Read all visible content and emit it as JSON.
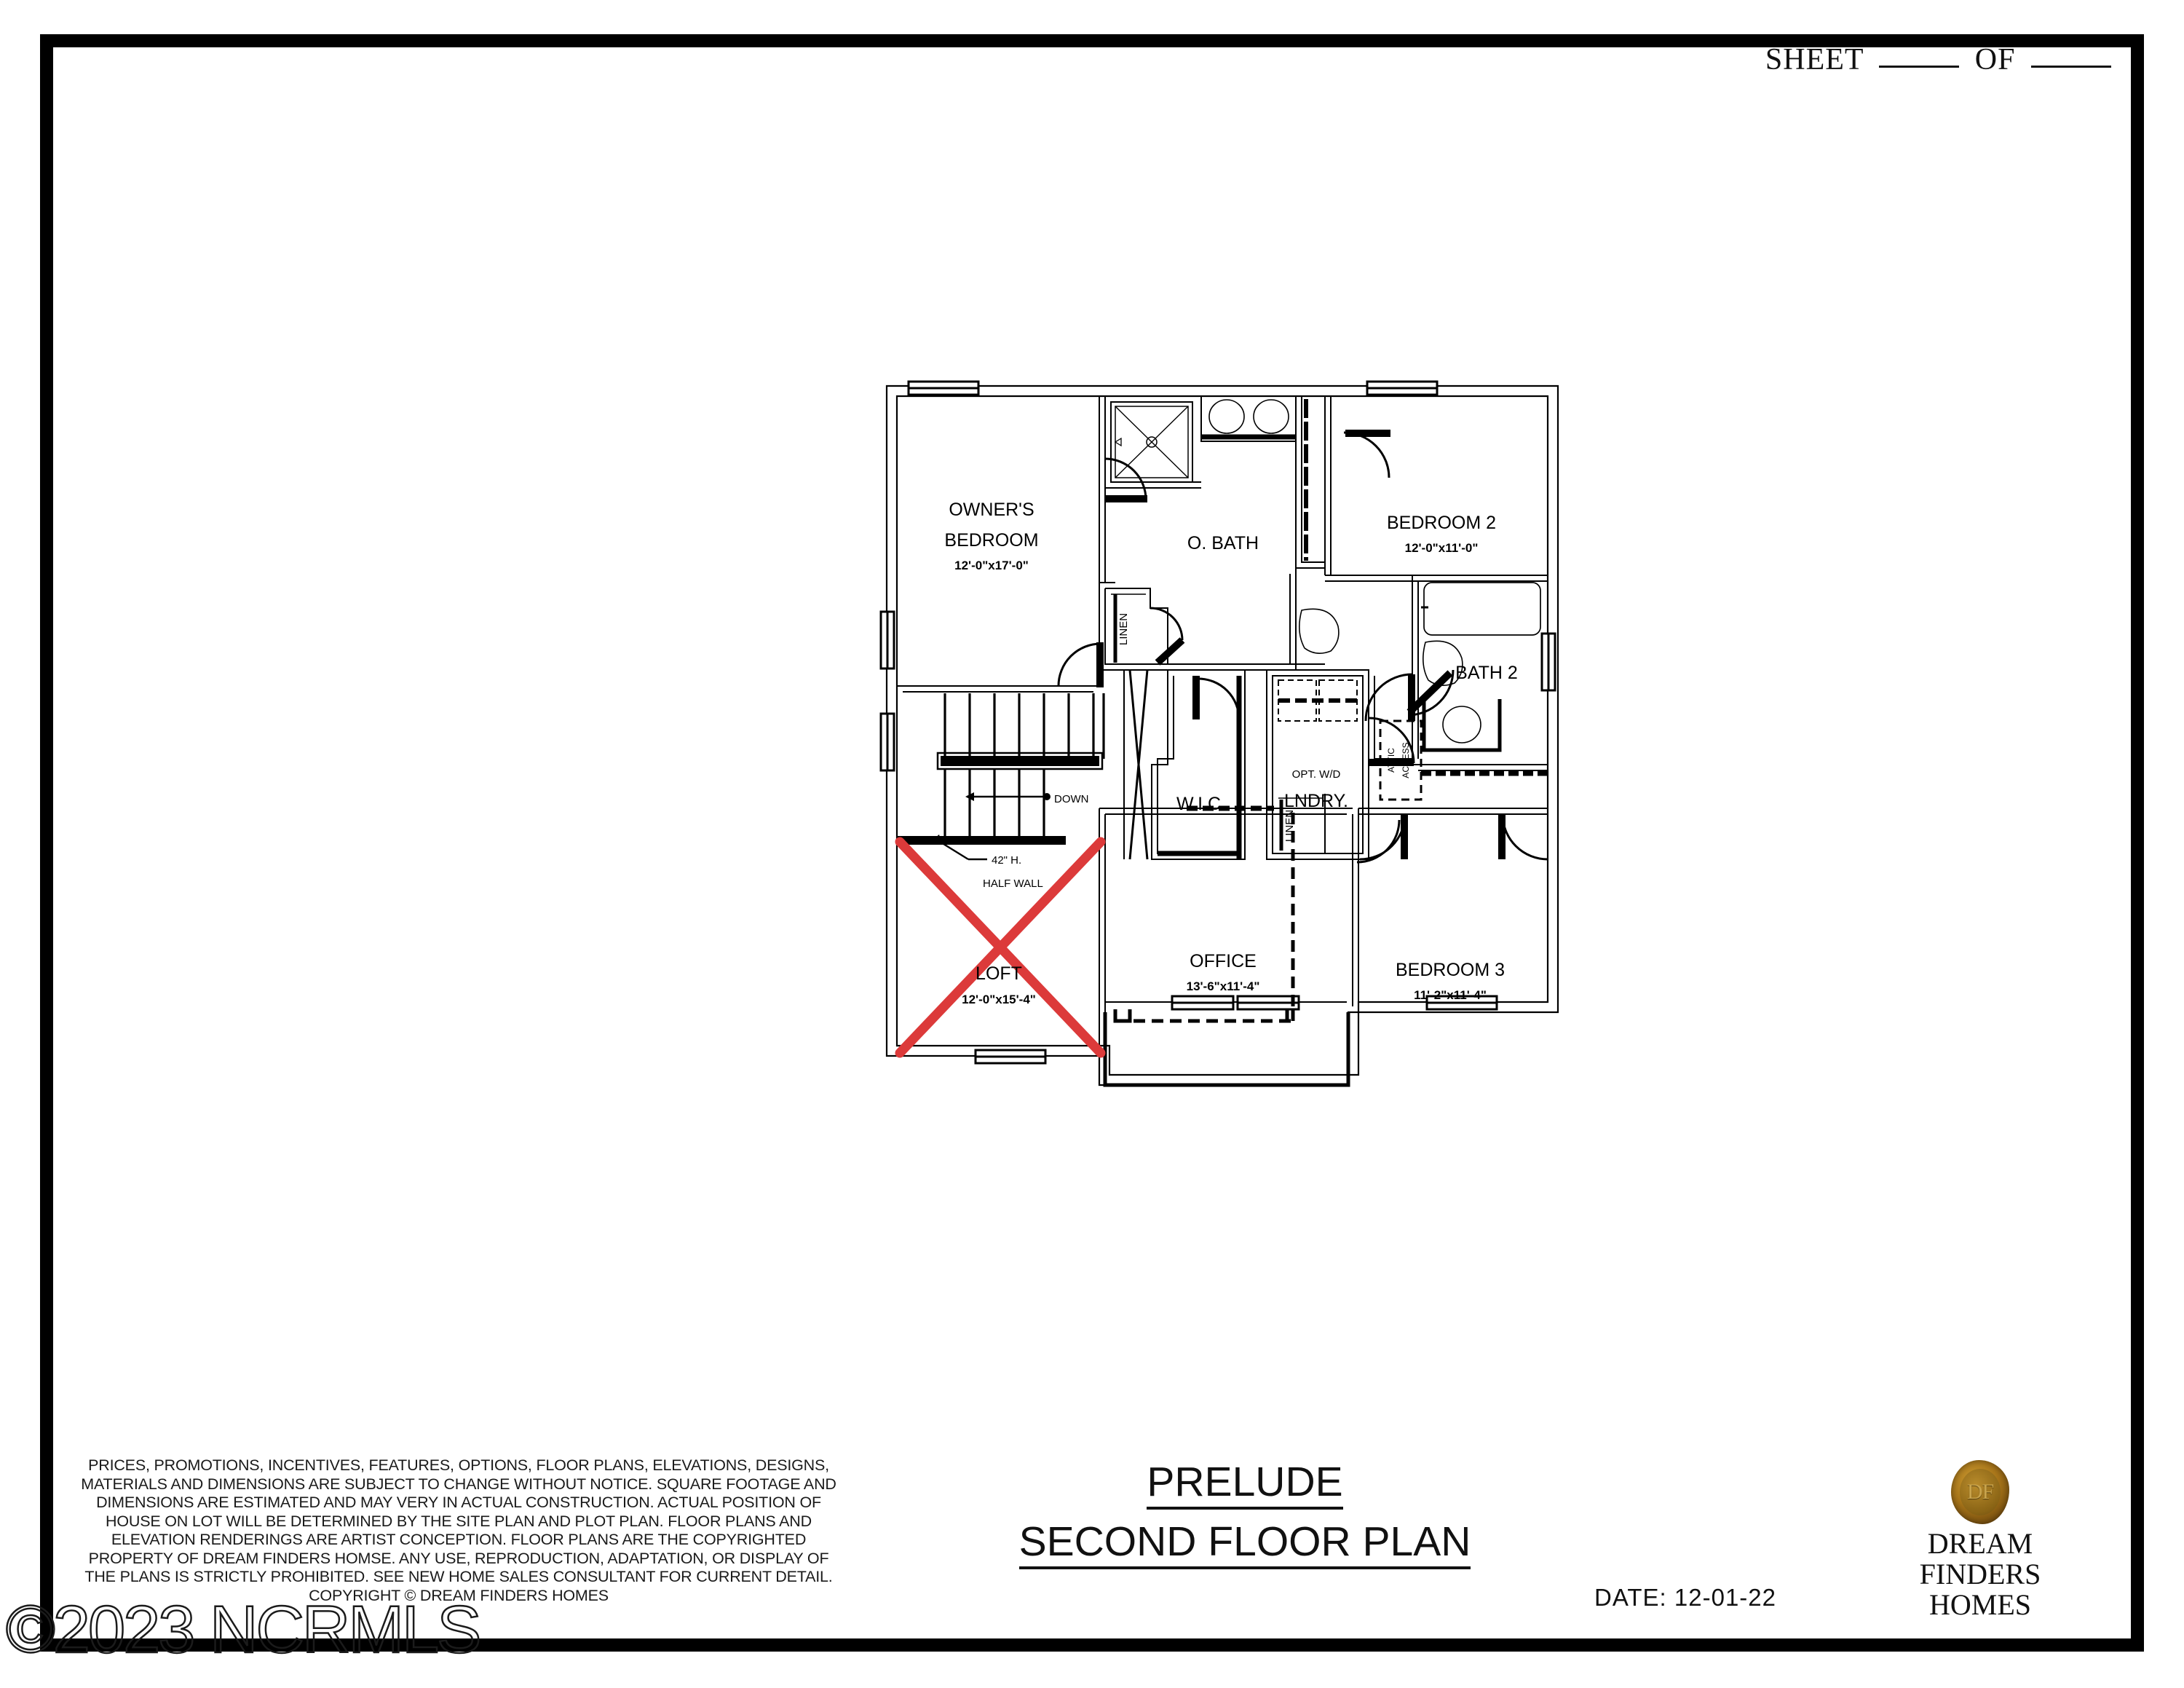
{
  "sheet": {
    "label_prefix": "SHEET",
    "label_mid": "OF"
  },
  "plan": {
    "rooms": [
      {
        "key": "owners_bedroom",
        "name_line1": "OWNER'S",
        "name_line2": "BEDROOM",
        "dimensions": "12'-0\"x17'-0\""
      },
      {
        "key": "owners_bath",
        "name_line1": "O. BATH",
        "name_line2": "",
        "dimensions": ""
      },
      {
        "key": "bedroom_2",
        "name_line1": "BEDROOM 2",
        "name_line2": "",
        "dimensions": "12'-0\"x11'-0\""
      },
      {
        "key": "bath_2",
        "name_line1": "BATH 2",
        "name_line2": "",
        "dimensions": ""
      },
      {
        "key": "wic",
        "name_line1": "W.I.C.",
        "name_line2": "",
        "dimensions": ""
      },
      {
        "key": "laundry",
        "name_line1": "LNDRY.",
        "name_line2": "",
        "dimensions": ""
      },
      {
        "key": "loft",
        "name_line1": "LOFT",
        "name_line2": "",
        "dimensions": "12'-0\"x15'-4\""
      },
      {
        "key": "office",
        "name_line1": "OFFICE",
        "name_line2": "",
        "dimensions": "13'-6\"x11'-4\""
      },
      {
        "key": "bedroom_3",
        "name_line1": "BEDROOM 3",
        "name_line2": "",
        "dimensions": "11'-2\"x11'-4\""
      }
    ],
    "annotations": {
      "linen_1": "LINEN",
      "linen_2": "LINEN",
      "opt_wd": "OPT. W/D",
      "attic_access_line1": "ATTIC",
      "attic_access_line2": "ACCESS",
      "down": "DOWN",
      "half_wall_line1": "42\" H.",
      "half_wall_line2": "HALF WALL"
    },
    "markup_color": "#DC3A3A"
  },
  "footer": {
    "disclaimer": "PRICES, PROMOTIONS, INCENTIVES, FEATURES, OPTIONS, FLOOR PLANS, ELEVATIONS, DESIGNS, MATERIALS AND DIMENSIONS ARE SUBJECT TO CHANGE WITHOUT NOTICE. SQUARE FOOTAGE AND DIMENSIONS ARE ESTIMATED AND MAY VERY IN ACTUAL CONSTRUCTION. ACTUAL POSITION OF HOUSE ON LOT WILL BE DETERMINED BY THE SITE PLAN AND PLOT PLAN. FLOOR PLANS AND ELEVATION RENDERINGS ARE ARTIST CONCEPTION. FLOOR PLANS ARE THE COPYRIGHTED PROPERTY OF DREAM FINDERS HOMSE. ANY USE, REPRODUCTION, ADAPTATION, OR DISPLAY OF THE PLANS IS STRICTLY PROHIBITED. SEE NEW HOME SALES CONSULTANT FOR CURRENT DETAIL. COPYRIGHT ©  DREAM FINDERS HOMES",
    "plan_name": "PRELUDE",
    "plan_subtitle": "SECOND FLOOR PLAN",
    "date": "DATE: 12-01-22",
    "logo": {
      "seal_text": "DF",
      "brand_line1": "DREAM FINDERS",
      "brand_line2": "HOMES",
      "seal_color": "#A9761A"
    },
    "watermark": "©2023 NCRMLS"
  }
}
